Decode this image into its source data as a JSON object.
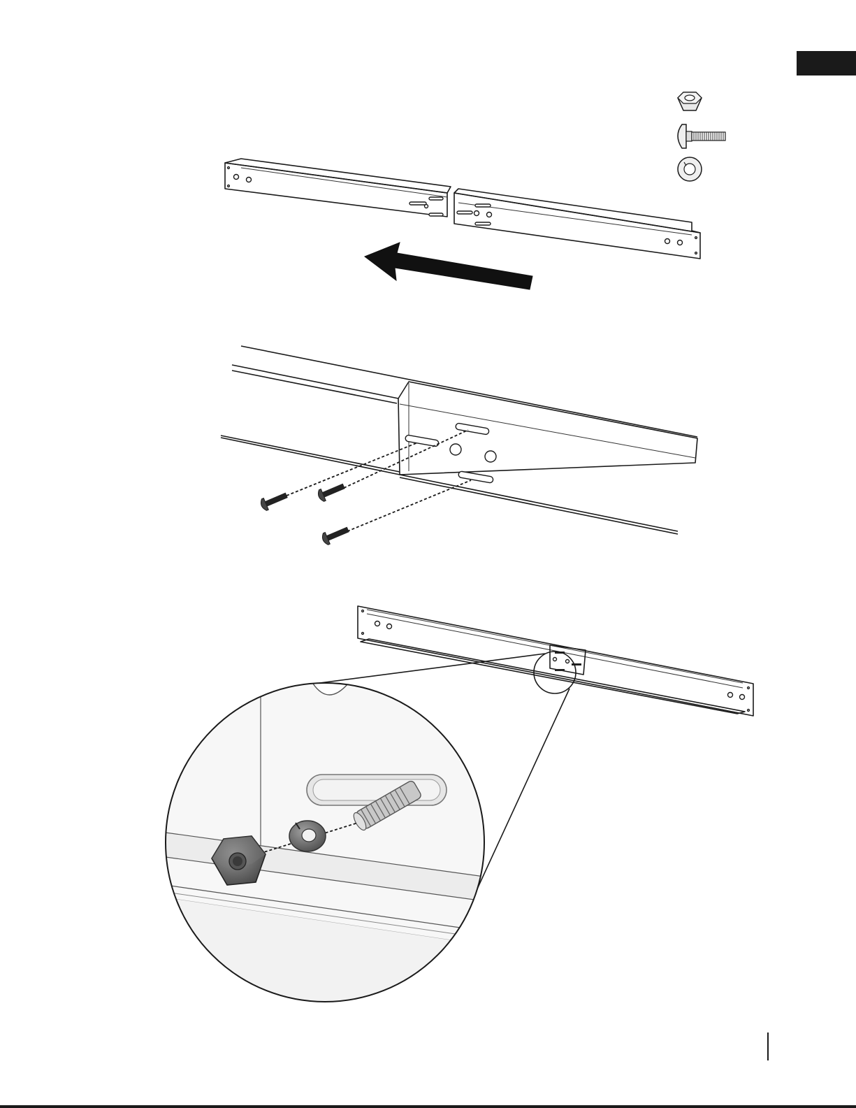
{
  "hardware": [
    {
      "icon": "hex-nut-icon"
    },
    {
      "icon": "carriage-bolt-icon"
    },
    {
      "icon": "lock-washer-icon"
    }
  ],
  "steps": [
    {
      "name": "slide-rails-together",
      "arrow_direction": "left"
    },
    {
      "name": "insert-carriage-bolts",
      "bolt_count": 3
    },
    {
      "name": "fasten-washer-and-nut",
      "detail_view": true
    }
  ],
  "colors": {
    "ink": "#1a1a1a",
    "hardware_fill": "#6b6b6b",
    "background": "#ffffff"
  }
}
